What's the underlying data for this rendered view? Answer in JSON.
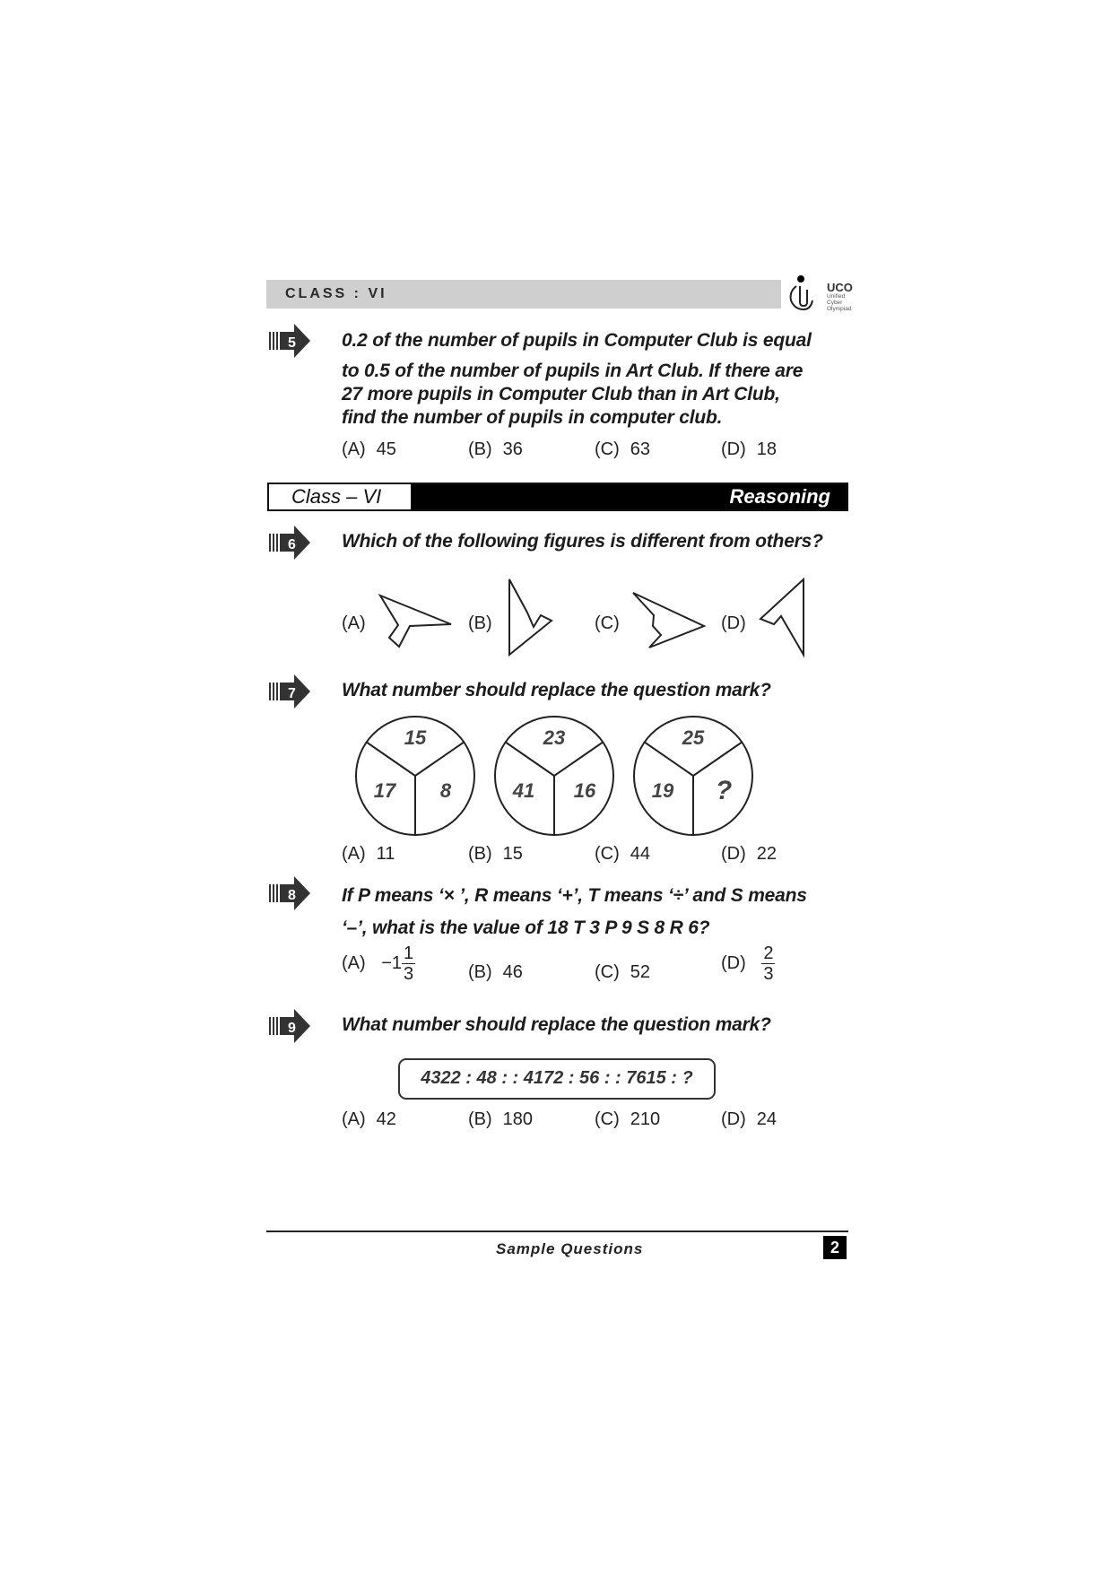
{
  "header": {
    "class_label": "CLASS : VI",
    "logo": {
      "name": "UCO",
      "sub_lines": [
        "Unified",
        "Cyber",
        "Olympiad"
      ]
    }
  },
  "section": {
    "left": "Class – VI",
    "right": "Reasoning"
  },
  "questions": [
    {
      "number": "5",
      "lines": [
        "0.2 of the number of pupils in Computer Club is equal",
        "to 0.5 of the number of pupils in Art Club. If there are",
        "27 more pupils in Computer Club than in Art Club,",
        "find the number of pupils in computer club."
      ],
      "options": [
        {
          "label": "(A)",
          "value": "45"
        },
        {
          "label": "(B)",
          "value": "36"
        },
        {
          "label": "(C)",
          "value": "63"
        },
        {
          "label": "(D)",
          "value": "18"
        }
      ]
    },
    {
      "number": "6",
      "lines": [
        "Which of the following figures is different from others?"
      ],
      "options": [
        {
          "label": "(A)",
          "value": ""
        },
        {
          "label": "(B)",
          "value": ""
        },
        {
          "label": "(C)",
          "value": ""
        },
        {
          "label": "(D)",
          "value": ""
        }
      ]
    },
    {
      "number": "7",
      "lines": [
        "What number should replace the question mark?"
      ],
      "circles": [
        {
          "top": "15",
          "left": "17",
          "right": "8"
        },
        {
          "top": "23",
          "left": "41",
          "right": "16"
        },
        {
          "top": "25",
          "left": "19",
          "right": "?"
        }
      ],
      "options": [
        {
          "label": "(A)",
          "value": "11"
        },
        {
          "label": "(B)",
          "value": "15"
        },
        {
          "label": "(C)",
          "value": "44"
        },
        {
          "label": "(D)",
          "value": "22"
        }
      ]
    },
    {
      "number": "8",
      "lines": [
        "If P means ‘× ’, R means ‘+’, T means ‘÷’ and S means",
        "‘–’, what is the value of 18 T 3 P 9 S 8 R 6?"
      ],
      "options": [
        {
          "label": "(A)",
          "whole": "−1",
          "num": "1",
          "den": "3"
        },
        {
          "label": "(B)",
          "value": "46"
        },
        {
          "label": "(C)",
          "value": "52"
        },
        {
          "label": "(D)",
          "whole": "",
          "num": "2",
          "den": "3"
        }
      ]
    },
    {
      "number": "9",
      "lines": [
        "What number should replace the question mark?"
      ],
      "ratio": "4322 : 48 : : 4172 : 56 : : 7615 : ?",
      "options": [
        {
          "label": "(A)",
          "value": "42"
        },
        {
          "label": "(B)",
          "value": "180"
        },
        {
          "label": "(C)",
          "value": "210"
        },
        {
          "label": "(D)",
          "value": "24"
        }
      ]
    }
  ],
  "footer": {
    "text": "Sample Questions",
    "page": "2"
  }
}
